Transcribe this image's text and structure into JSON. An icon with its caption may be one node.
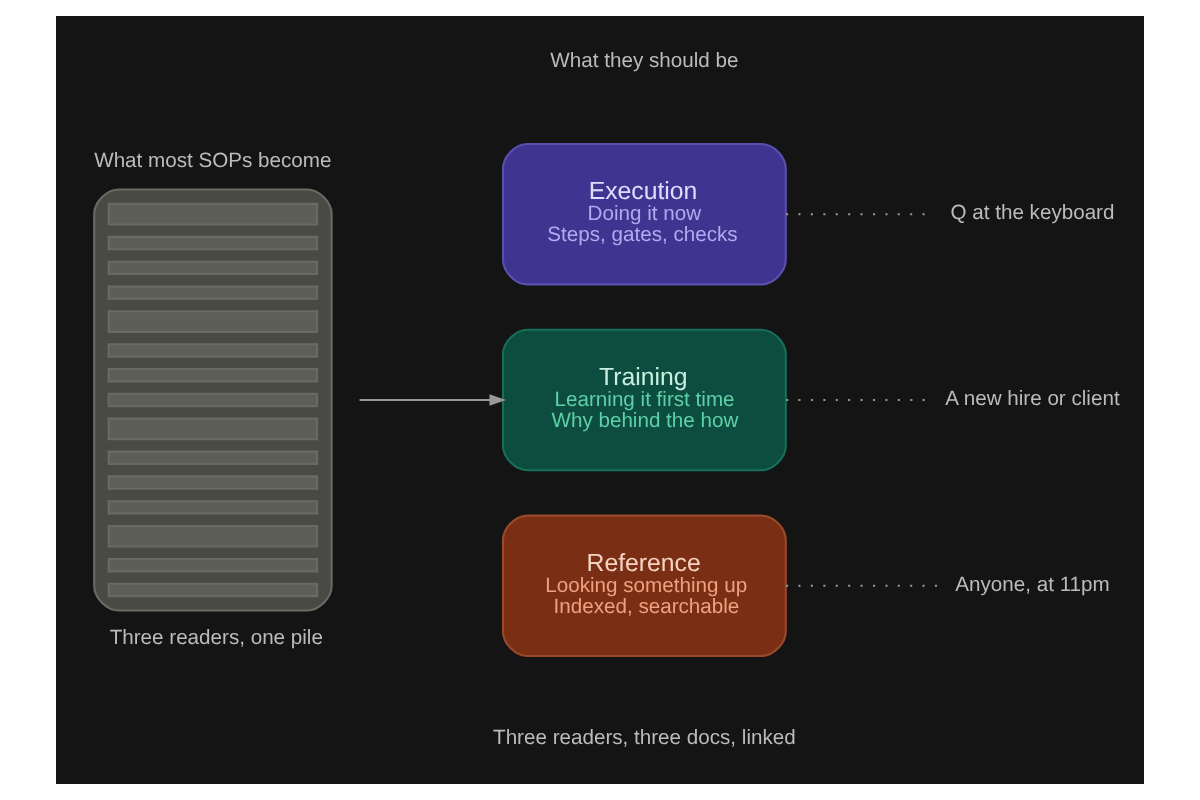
{
  "diagram": {
    "nodes": [
      {
        "text": [
          "What most SOPs become"
        ],
        "beside": [
          "Three readers, one pile"
        ]
      },
      {
        "text": [
          "Execution",
          "Doing it now",
          "Steps, gates, checks"
        ]
      },
      {
        "text": [
          "Training",
          "Learning it first time",
          "Why behind the how"
        ]
      },
      {
        "text": [
          "Reference",
          "Looking something up",
          "Indexed, searchable"
        ]
      },
      {
        "text": [
          "Q at the keyboard"
        ]
      },
      {
        "text": [
          "A new hire or client"
        ]
      },
      {
        "text": [
          "Anyone, at 11pm"
        ]
      }
    ],
    "edges": [
      {
        "from": 0,
        "to": 2,
        "arrow": "to"
      },
      {
        "from": 1,
        "to": 4,
        "arrow": "none",
        "style": "dashed"
      },
      {
        "from": 2,
        "to": 5,
        "arrow": "none",
        "style": "dashed"
      },
      {
        "from": 3,
        "to": 6,
        "arrow": "none",
        "style": "dashed"
      }
    ],
    "labels": [
      "What they should be",
      "Three readers, three docs, linked"
    ]
  }
}
